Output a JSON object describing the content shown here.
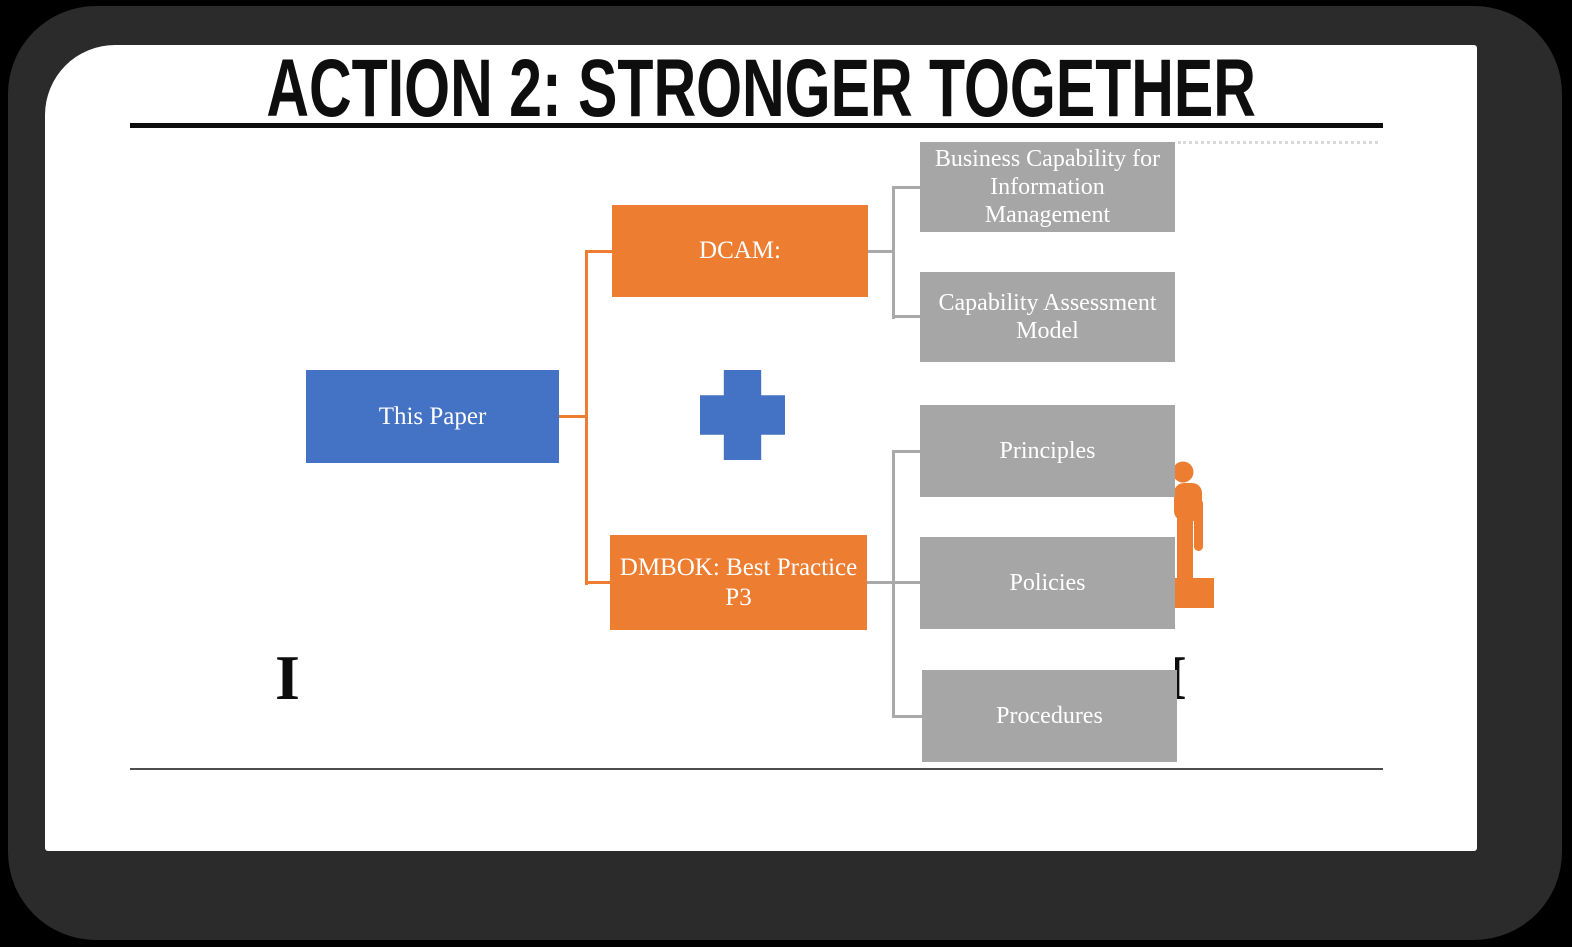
{
  "title": "ACTION 2: STRONGER TOGETHER",
  "nodes": {
    "this_paper": {
      "label": "This Paper"
    },
    "dcam": {
      "label": "DCAM:"
    },
    "dmbok": {
      "label": "DMBOK: Best Practice P3"
    },
    "dcam_children": [
      {
        "label": "Business Capability for Information Management"
      },
      {
        "label": "Capability Assessment Model"
      }
    ],
    "dmbok_children": [
      {
        "label": "Principles"
      },
      {
        "label": "Policies"
      },
      {
        "label": "Procedures"
      }
    ]
  },
  "decorations": {
    "partial_letter_left": "I",
    "partial_letter_right": "I",
    "plus_icon": "plus-shape",
    "person_icon": "person-on-pedestal-silhouette"
  },
  "colors": {
    "orange": "#ED7D31",
    "blue": "#4472C4",
    "box_gray": "#A6A6A6",
    "connector_gray": "#A9A9A9",
    "title_black": "#0E0E0E"
  }
}
